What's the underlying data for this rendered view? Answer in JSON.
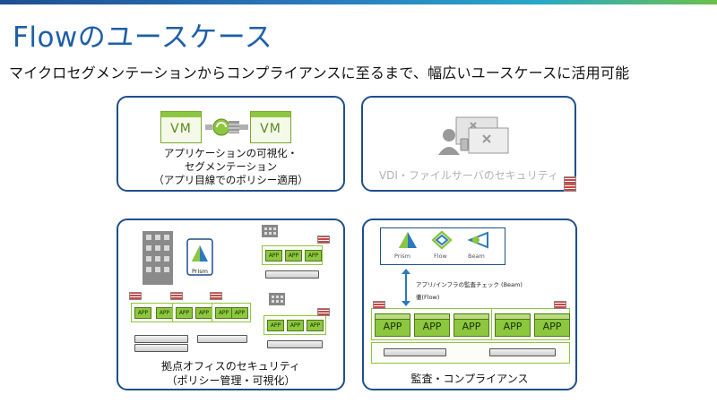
{
  "slide": {
    "title": "Flowのユースケース",
    "subtitle": "マイクロセグメンテーションからコンプライアンスに至るまで、幅広いユースケースに活用可能"
  },
  "cards": {
    "microseg": {
      "vm_label": "VM",
      "caption_line1": "アプリケーションの可視化・",
      "caption_line2": "セグメンテーション",
      "caption_line3": "（アプリ目線でのポリシー適用）"
    },
    "vdi": {
      "caption": "VDI・ファイルサーバのセキュリティ"
    },
    "branch": {
      "prism_label": "Prism",
      "app_label": "APP",
      "caption_line1": "拠点オフィスのセキュリティ",
      "caption_line2": "（ポリシー管理・可視化）"
    },
    "audit": {
      "prism_label": "Prism",
      "flow_label": "Flow",
      "beam_label": "Beam",
      "note_line1": "アプリ/インフラの監査チェック (Beam)",
      "note_line2": "徹(Flow)",
      "app_label": "APP",
      "caption": "監査・コンプライアンス"
    }
  },
  "colors": {
    "title": "#1f5fa8",
    "card_border": "#1f4e8c",
    "app_green": "#8dc63f"
  }
}
